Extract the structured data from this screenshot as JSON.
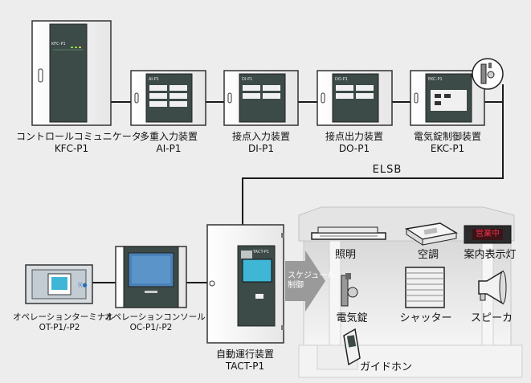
{
  "devices": [
    {
      "id": "kfc",
      "name": "コントロールコミュニケータ",
      "model": "KFC-P1",
      "panel_tag": "KFC-P1"
    },
    {
      "id": "ai",
      "name": "多重入力装置",
      "model": "AI-P1",
      "panel_tag": "AI-P1"
    },
    {
      "id": "di",
      "name": "接点入力装置",
      "model": "DI-P1",
      "panel_tag": "DI-P1"
    },
    {
      "id": "do",
      "name": "接点出力装置",
      "model": "DO-P1",
      "panel_tag": "DO-P1"
    },
    {
      "id": "ekc",
      "name": "電気錠制御装置",
      "model": "EKC-P1",
      "panel_tag": "EKC-P1"
    },
    {
      "id": "ot",
      "name": "オペレーションターミナル",
      "model": "OT-P1/-P2"
    },
    {
      "id": "oc",
      "name": "オペレーションコンソール",
      "model": "OC-P1/-P2"
    },
    {
      "id": "tact",
      "name": "自動運行装置",
      "model": "TACT-P1",
      "panel_tag": "TACT-P1"
    }
  ],
  "bus_label": "ELSB",
  "schedule_arrow_label": [
    "スケジュール",
    "制御"
  ],
  "equipment": [
    {
      "id": "lighting",
      "label": "照明"
    },
    {
      "id": "aircon",
      "label": "空調"
    },
    {
      "id": "sign",
      "label": "案内表示灯",
      "sign_text": "営業中"
    },
    {
      "id": "lock",
      "label": "電気錠"
    },
    {
      "id": "shutter",
      "label": "シャッター"
    },
    {
      "id": "speaker",
      "label": "スピーカ"
    },
    {
      "id": "guide",
      "label": "ガイドホン"
    }
  ],
  "colors": {
    "background": "#ededed",
    "line": "#1a1a1a",
    "panel_dark": "#3c4a48",
    "screen": "#3fb6d6",
    "sign_text": "#e8324a",
    "arrow": "#9a9a9a"
  }
}
